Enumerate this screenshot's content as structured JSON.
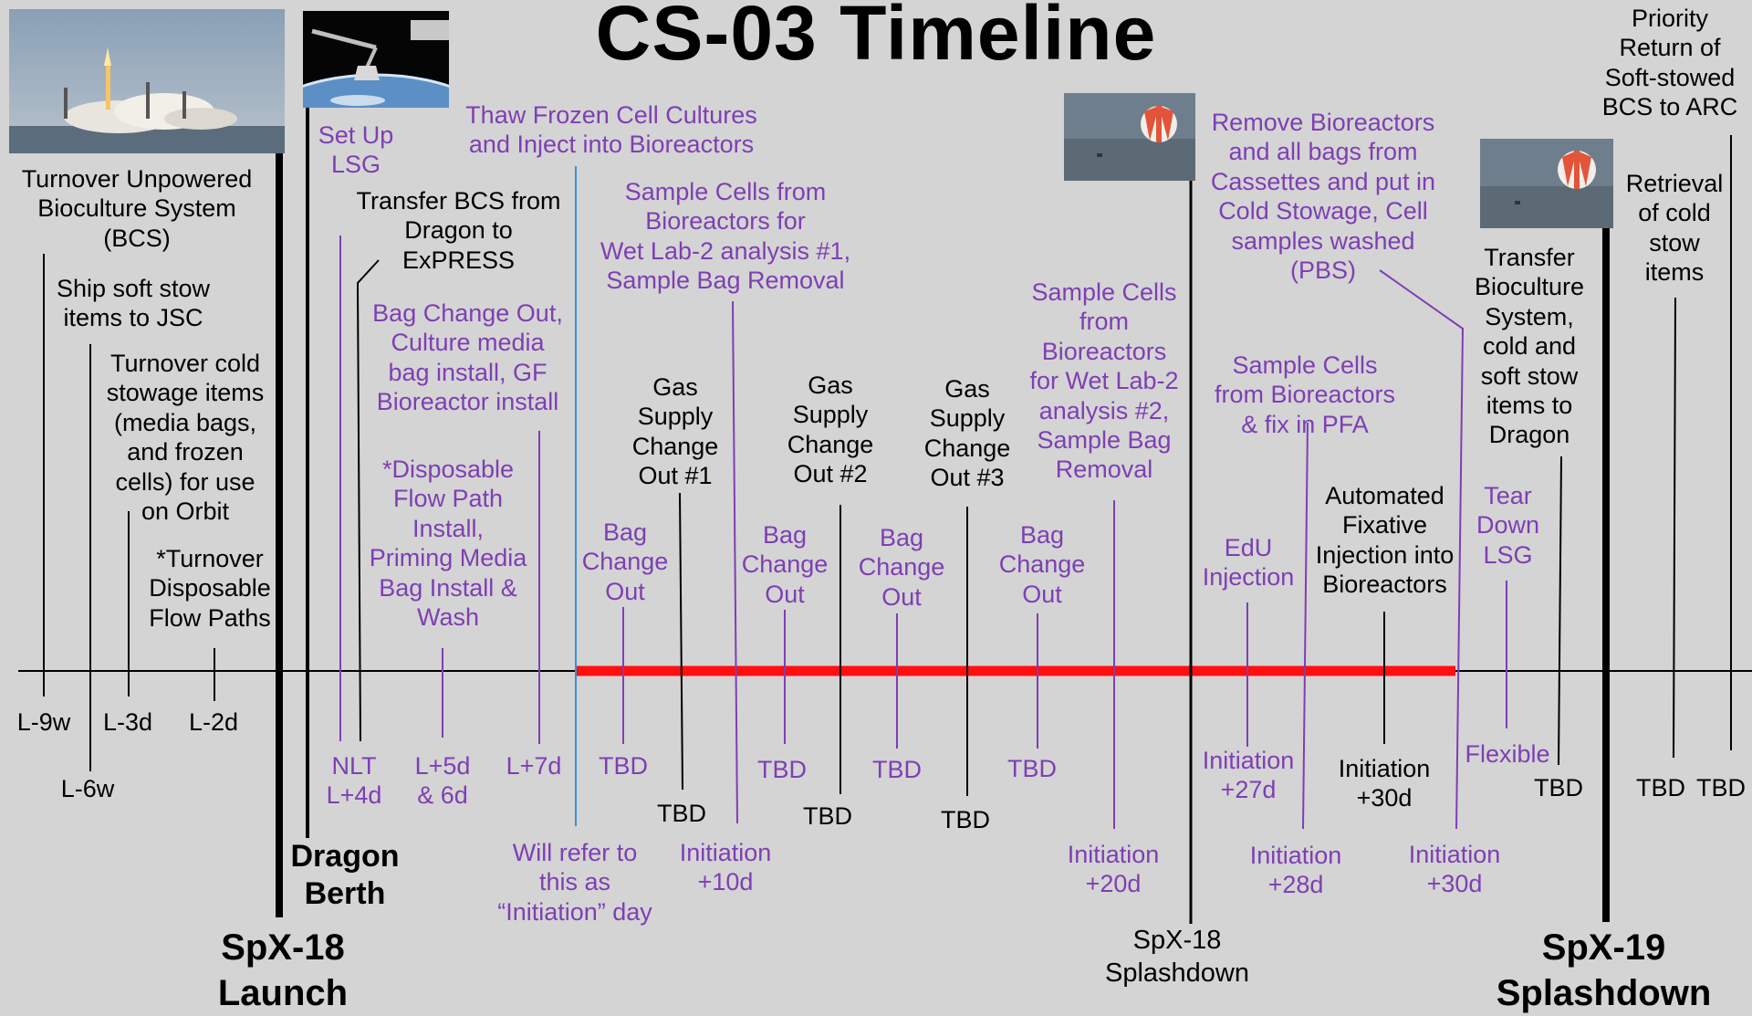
{
  "title": "CS-03 Timeline",
  "colors": {
    "black": "#000000",
    "purple": "#7e3fb3",
    "red": "#ff1010",
    "blue": "#3a8fd6",
    "background": "#d4d4d4"
  },
  "photos": [
    "rocket-launch-photo",
    "dragon-berth-photo",
    "splashdown-photo-1",
    "splashdown-photo-2"
  ],
  "milestones": {
    "spx18_launch": "SpX-18\nLaunch",
    "dragon_berth": "Dragon\nBerth",
    "spx18_splashdown": "SpX-18\nSplashdown",
    "spx19_splashdown": "SpX-19\nSplashdown"
  },
  "events": [
    {
      "id": "turnover-bcs",
      "text": "Turnover Unpowered\nBioculture System\n(BCS)",
      "tick": "L-9w",
      "color": "black"
    },
    {
      "id": "ship-soft-stow",
      "text": "Ship soft stow\nitems to JSC",
      "tick": "L-6w",
      "color": "black"
    },
    {
      "id": "turnover-cold",
      "text": "Turnover cold\nstowage items\n(media bags,\nand frozen\ncells) for use\non Orbit",
      "tick": "L-3d",
      "color": "black"
    },
    {
      "id": "turnover-flow",
      "text": "*Turnover\nDisposable\nFlow Paths",
      "tick": "L-2d",
      "color": "black"
    },
    {
      "id": "setup-lsg",
      "text": "Set Up\nLSG",
      "tick": "NLT\nL+4d",
      "color": "purple"
    },
    {
      "id": "transfer-bcs",
      "text": "Transfer BCS from\nDragon to\nExPRESS",
      "tick": "",
      "color": "black"
    },
    {
      "id": "bag-change-gf",
      "text": "Bag Change Out,\nCulture media\nbag install, GF\nBioreactor install",
      "tick": "L+7d",
      "color": "purple"
    },
    {
      "id": "flow-path-install",
      "text": "*Disposable\nFlow Path\nInstall,\nPriming Media\nBag Install &\nWash",
      "tick": "L+5d\n& 6d",
      "color": "purple"
    },
    {
      "id": "thaw-cells",
      "text": "Thaw Frozen Cell Cultures\nand Inject into Bioreactors",
      "tick": "",
      "color": "purple"
    },
    {
      "id": "initiation-note",
      "text": "Will refer to\nthis as\n“Initiation” day",
      "tick": "",
      "color": "purple"
    },
    {
      "id": "sample-1",
      "text": "Sample Cells from\nBioreactors for\nWet Lab-2 analysis #1,\nSample Bag Removal",
      "tick": "Initiation\n+10d",
      "color": "purple"
    },
    {
      "id": "bag-change-1",
      "text": "Bag\nChange\nOut",
      "tick": "TBD",
      "color": "purple"
    },
    {
      "id": "gas-1",
      "text": "Gas\nSupply\nChange\nOut #1",
      "tick": "TBD",
      "color": "black"
    },
    {
      "id": "bag-change-2",
      "text": "Bag\nChange\nOut",
      "tick": "TBD",
      "color": "purple"
    },
    {
      "id": "gas-2",
      "text": "Gas\nSupply\nChange\nOut #2",
      "tick": "TBD",
      "color": "black"
    },
    {
      "id": "bag-change-3",
      "text": "Bag\nChange\nOut",
      "tick": "TBD",
      "color": "purple"
    },
    {
      "id": "gas-3",
      "text": "Gas\nSupply\nChange\nOut #3",
      "tick": "TBD",
      "color": "black"
    },
    {
      "id": "bag-change-4",
      "text": "Bag\nChange\nOut",
      "tick": "TBD",
      "color": "purple"
    },
    {
      "id": "sample-2",
      "text": "Sample Cells\nfrom\nBioreactors\nfor Wet Lab-2\nanalysis #2,\nSample Bag\nRemoval",
      "tick": "Initiation\n+20d",
      "color": "purple"
    },
    {
      "id": "remove-bioreactors",
      "text": "Remove Bioreactors\nand all bags from\nCassettes and put in\nCold Stowage, Cell\nsamples washed\n(PBS)",
      "tick": "Initiation\n+30d",
      "color": "purple"
    },
    {
      "id": "sample-pfa",
      "text": "Sample Cells\nfrom Bioreactors\n& fix in PFA",
      "tick": "Initiation\n+28d",
      "color": "purple"
    },
    {
      "id": "edu",
      "text": "EdU\nInjection",
      "tick": "Initiation\n+27d",
      "color": "purple"
    },
    {
      "id": "fixative",
      "text": "Automated\nFixative\nInjection into\nBioreactors",
      "tick": "Initiation\n+30d",
      "color": "black"
    },
    {
      "id": "tear-down",
      "text": "Tear\nDown\nLSG",
      "tick": "Flexible",
      "color": "purple"
    },
    {
      "id": "transfer-dragon",
      "text": "Transfer\nBioculture\nSystem,\ncold and\nsoft stow\nitems to\nDragon",
      "tick": "TBD",
      "color": "black"
    },
    {
      "id": "retrieval-cold",
      "text": "Retrieval\nof cold\nstow\nitems",
      "tick": "TBD",
      "color": "black"
    },
    {
      "id": "priority-return",
      "text": "Priority\nReturn of\nSoft-stowed\nBCS to ARC",
      "tick": "TBD",
      "color": "black"
    }
  ]
}
